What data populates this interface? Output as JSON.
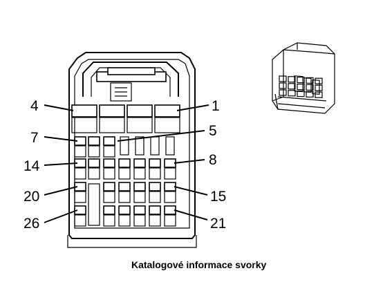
{
  "pin_labels": {
    "p4": "4",
    "p1": "1",
    "p7": "7",
    "p5": "5",
    "p14": "14",
    "p8": "8",
    "p20": "20",
    "p15": "15",
    "p26": "26",
    "p21": "21"
  },
  "caption": "Katalogové informace svorky",
  "colors": {
    "line": "#000000",
    "background": "#ffffff"
  }
}
